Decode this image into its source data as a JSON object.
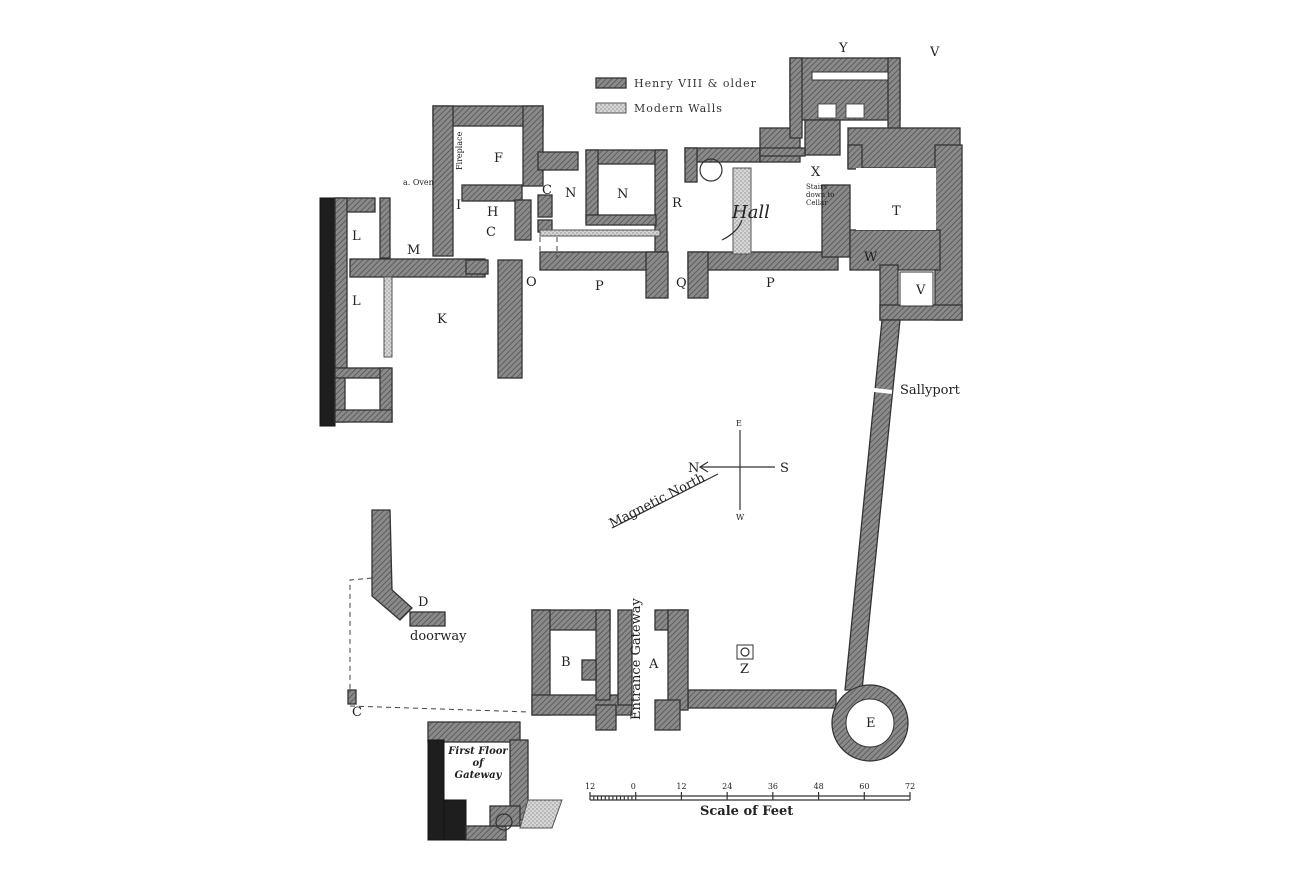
{
  "plan": {
    "sheet": "V",
    "legend": [
      {
        "label": "Henry VIII & older"
      },
      {
        "label": "Modern Walls"
      }
    ],
    "rooms": {
      "A": "A",
      "B": "B",
      "C1": "C",
      "C2": "C",
      "D": "D",
      "E": "E",
      "F": "F",
      "H": "H",
      "I": "I",
      "K": "K",
      "L1": "L",
      "L2": "L",
      "M": "M",
      "N1": "N",
      "N2": "N",
      "O": "O",
      "P1": "P",
      "P2": "P",
      "Q": "Q",
      "R": "R",
      "T": "T",
      "V": "V",
      "W": "W",
      "X": "X",
      "Y": "Y",
      "Z": "Z"
    },
    "annotations": {
      "hall": "Hall",
      "oven": "a. Oven",
      "fireplace": "Fireplace",
      "stairs": "Stairs down to Cellar",
      "sallyport": "Sallyport",
      "doorway": "doorway",
      "entrance": "Entrance Gateway",
      "first_floor": "First Floor of Gateway",
      "magnetic_north": "Magnetic North"
    },
    "compass": {
      "n": "N",
      "s": "S",
      "e": "E",
      "w": "W"
    },
    "scale": {
      "title": "Scale of Feet",
      "ticks": [
        "12",
        "0",
        "12",
        "24",
        "36",
        "48",
        "60",
        "72"
      ]
    },
    "colors": {
      "wall": "#777777",
      "modern": "#bbbbbb",
      "ink": "#222222"
    }
  }
}
